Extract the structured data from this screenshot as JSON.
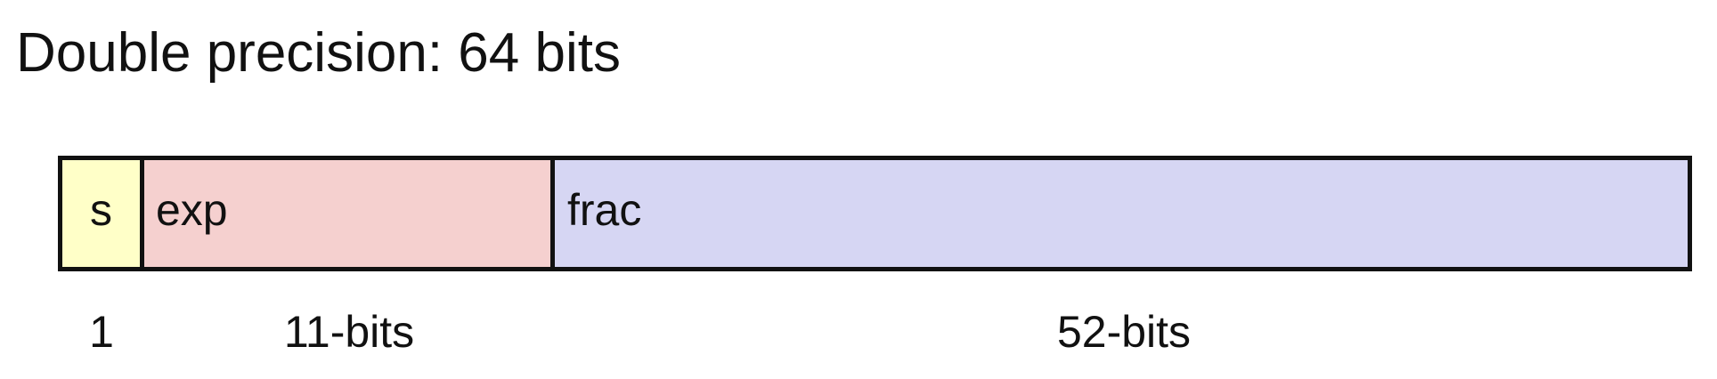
{
  "title": "Double precision: 64 bits",
  "fields": [
    {
      "label": "s",
      "width_label": "1",
      "color": "#ffffc8"
    },
    {
      "label": "exp",
      "width_label": "11-bits",
      "color": "#f5d0cf"
    },
    {
      "label": "frac",
      "width_label": "52-bits",
      "color": "#d6d6f3"
    }
  ],
  "border_color": "#111111"
}
